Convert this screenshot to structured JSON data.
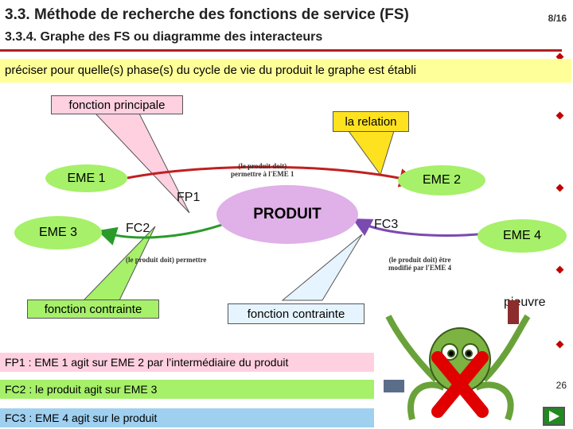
{
  "header": {
    "title": "3.3. Méthode de recherche des fonctions de service (FS)",
    "subtitle": "3.3.4. Graphe des FS ou diagramme des interacteurs",
    "page_indicator": "8/16"
  },
  "banner": {
    "text": "préciser pour quelle(s) phase(s) du cycle de vie du produit  le graphe est établi"
  },
  "callouts": {
    "fonction_principale": "fonction principale",
    "la_relation": "la relation",
    "fonction_contrainte_left": "fonction contrainte",
    "fonction_contrainte_right": "fonction contrainte"
  },
  "diagram": {
    "eme1": "EME 1",
    "eme2": "EME 2",
    "eme3": "EME 3",
    "eme4": "EME 4",
    "produit": "PRODUIT",
    "fp1": "FP1",
    "fc2": "FC2",
    "fc3": "FC3",
    "note_fp1": [
      "(le produit doit)",
      "permettre à l'EME 1"
    ],
    "note_fc2": "(le produit doit) permettre",
    "note_fc3": [
      "(le produit doit) être",
      "modifié par l'EME 4"
    ],
    "pieuvre": "pieuvre"
  },
  "legend": {
    "fp1": "FP1 : EME 1 agit sur EME 2 par l’intermédiaire du produit",
    "fc2": "FC2 : le produit agit sur EME 3",
    "fc3": "FC3 : EME 4 agit sur le produit"
  },
  "footer": {
    "slide_number": "26"
  },
  "colors": {
    "banner": "#ffff99",
    "pink": "#ffd0e0",
    "green": "#a6f06a",
    "blue": "#9fd0f0",
    "red_line": "#c02020",
    "purple_produit": "#e0b0e8",
    "orange_callout": "#ffe21f"
  }
}
